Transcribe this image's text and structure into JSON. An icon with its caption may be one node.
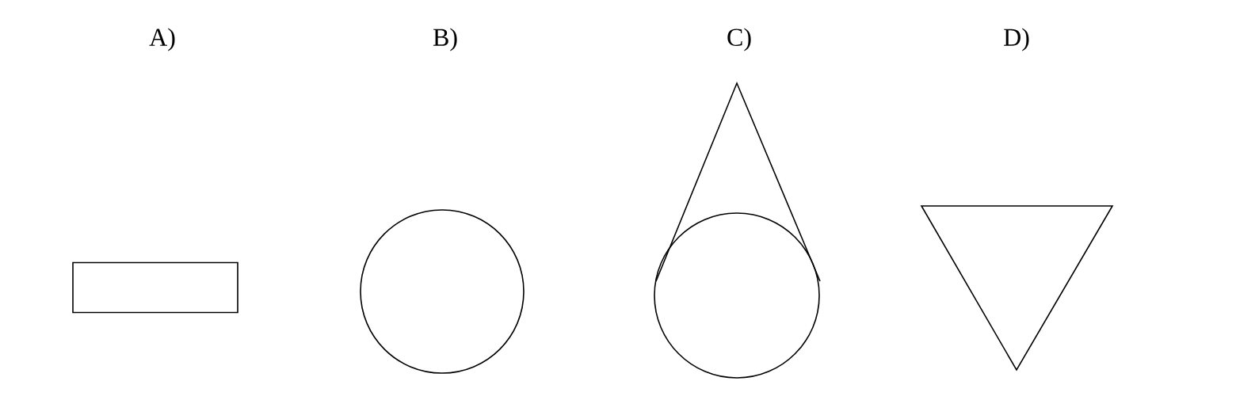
{
  "diagram": {
    "nodes": [
      {
        "text": [],
        "shape": "box"
      },
      {
        "text": [],
        "shape": "circle"
      },
      {
        "text": [],
        "shape": "cone"
      },
      {
        "text": [],
        "shape": "triangle"
      }
    ],
    "labels": [
      "A)",
      "B)",
      "C)",
      "D)"
    ]
  }
}
